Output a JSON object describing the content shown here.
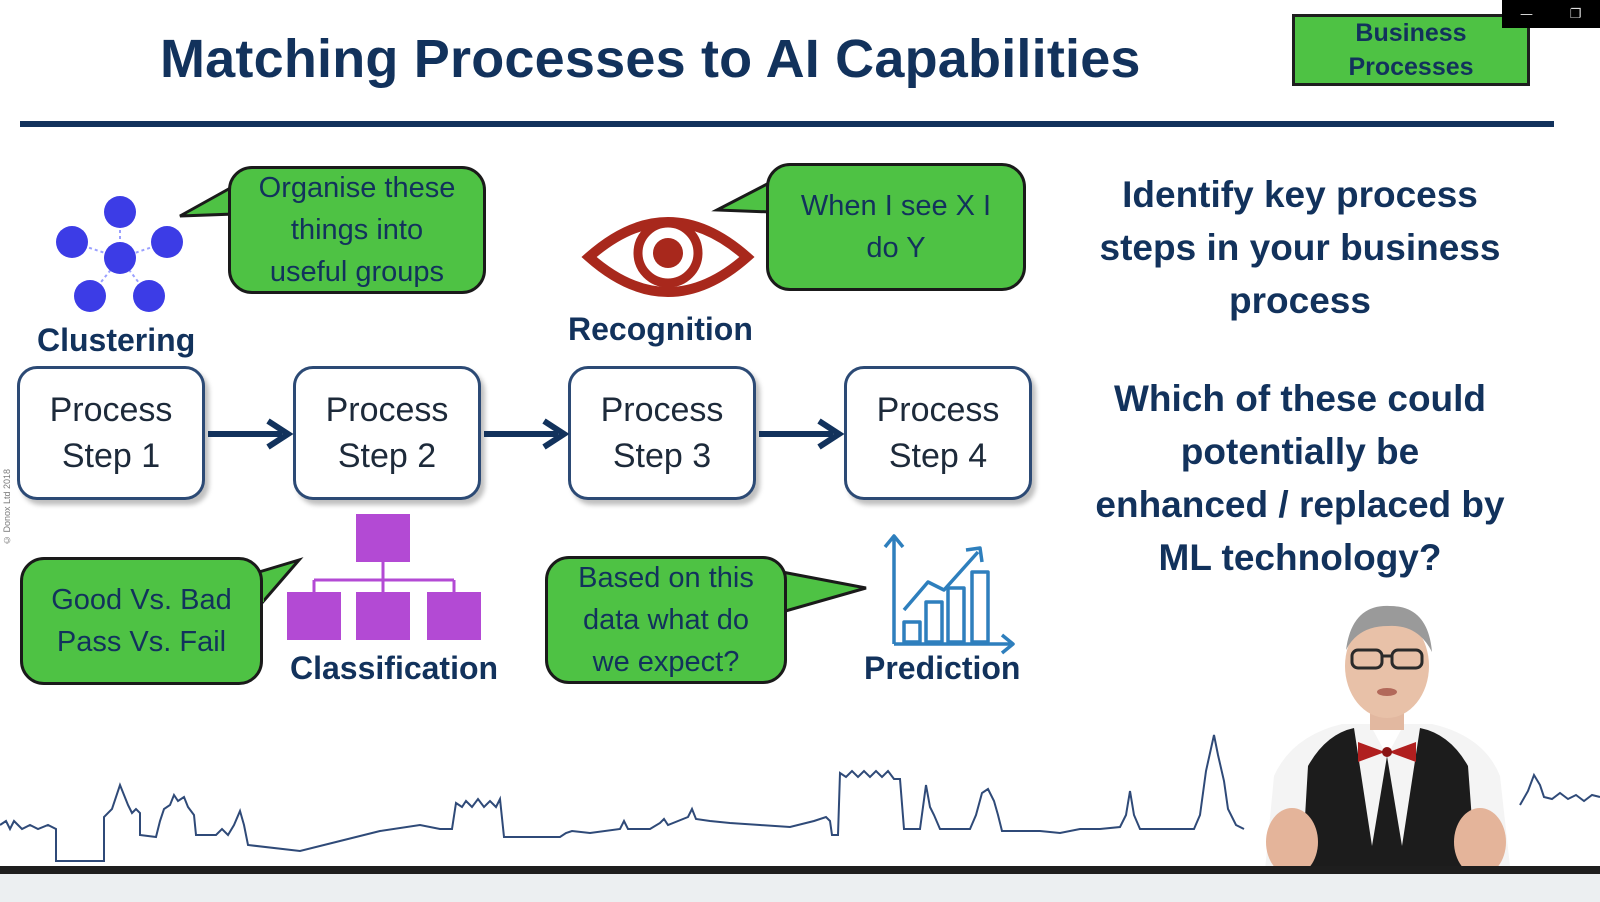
{
  "slide": {
    "title": "Matching Processes to AI Capabilities",
    "badge": [
      "Business",
      "Processes"
    ],
    "copyright": "© Donox Ltd 2018"
  },
  "window_controls": {
    "minimize_icon": "minimize-icon",
    "restore_icon": "restore-icon"
  },
  "capabilities": {
    "clustering": {
      "label": "Clustering",
      "bubble": [
        "Organise these",
        "things into",
        "useful groups"
      ],
      "icon": "cluster-dots-icon"
    },
    "recognition": {
      "label": "Recognition",
      "bubble": [
        "When I see X I",
        "do Y"
      ],
      "icon": "eye-icon"
    },
    "classification": {
      "label": "Classification",
      "bubble": [
        "Good Vs. Bad",
        "Pass Vs. Fail"
      ],
      "icon": "hierarchy-icon"
    },
    "prediction": {
      "label": "Prediction",
      "bubble": [
        "Based on this",
        "data what do",
        "we expect?"
      ],
      "icon": "bar-chart-trend-icon"
    }
  },
  "steps": [
    {
      "line1": "Process",
      "line2": "Step 1"
    },
    {
      "line1": "Process",
      "line2": "Step 2"
    },
    {
      "line1": "Process",
      "line2": "Step 3"
    },
    {
      "line1": "Process",
      "line2": "Step 4"
    }
  ],
  "right_text": {
    "block1": [
      "Identify key process",
      "steps in your business",
      "process"
    ],
    "block2": [
      "Which of these could",
      "potentially be",
      "enhanced / replaced by",
      "ML technology?"
    ]
  },
  "colors": {
    "navy": "#12325c",
    "green": "#4ec244",
    "eye_red": "#a8281c",
    "purple": "#b34ad4",
    "dot_blue": "#3c3ce6"
  }
}
